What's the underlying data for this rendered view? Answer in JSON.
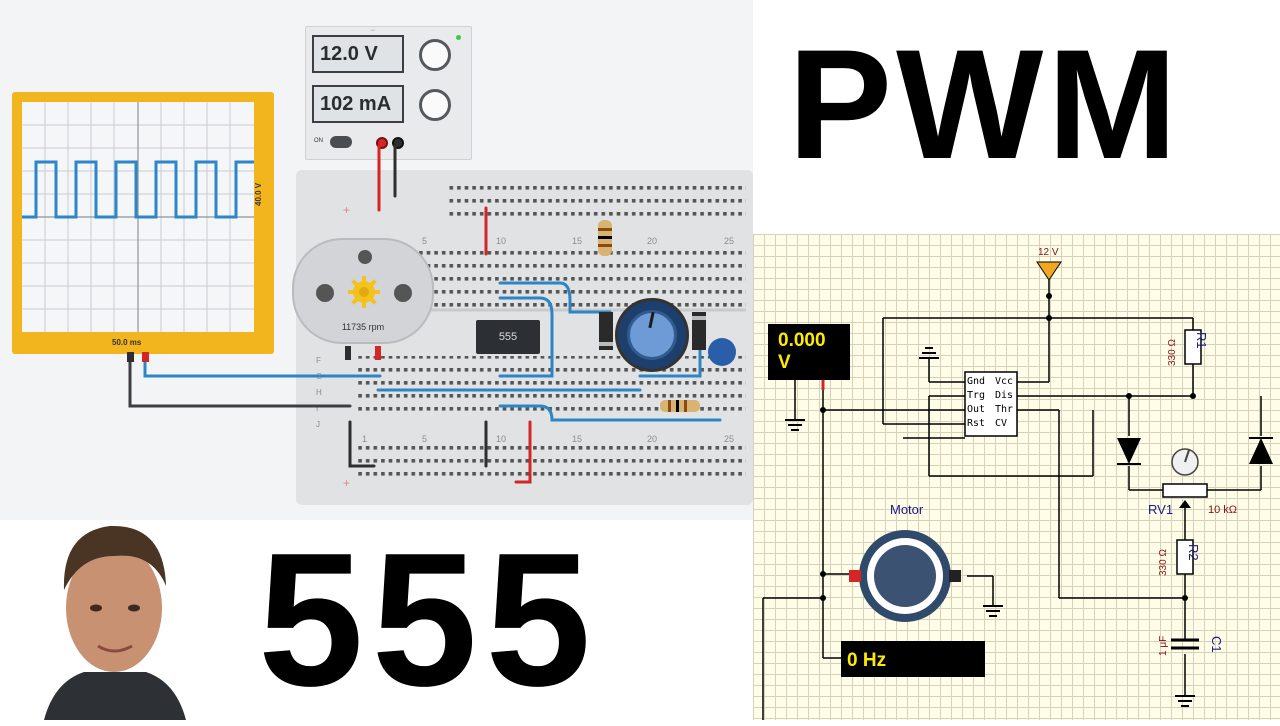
{
  "titles": {
    "top": "PWM",
    "bottom": "555"
  },
  "oscilloscope": {
    "y_label": "40.0 V",
    "x_label": "50.0 ms"
  },
  "power_supply": {
    "voltage": "12.0 V",
    "current": "102 mA",
    "toggle_label": "ON"
  },
  "breadboard": {
    "column_numbers": [
      "5",
      "10",
      "15",
      "20",
      "25"
    ],
    "bottom_column_numbers": [
      "1",
      "5",
      "10",
      "15",
      "20",
      "25"
    ],
    "row_letters": [
      "F",
      "G",
      "H",
      "I",
      "J"
    ],
    "rail_minus": "−",
    "rail_plus": "+"
  },
  "motor": {
    "speed": "11735 rpm"
  },
  "chip": {
    "label": "555"
  },
  "schematic": {
    "voltmeter": "0.000",
    "voltmeter_unit": "V",
    "supply": "12 V",
    "r1_name": "R1",
    "r1_value": "330 Ω",
    "r2_name": "R2",
    "r2_value": "330 Ω",
    "rv1_name": "RV1",
    "rv1_value": "10 kΩ",
    "c1_name": "C1",
    "c1_value": "1 μF",
    "motor_label": "Motor",
    "freq_meter": "0 Hz",
    "pins_left": [
      "Gnd",
      "Trg",
      "Out",
      "Rst"
    ],
    "pins_right": [
      "Vcc",
      "Dis",
      "Thr",
      "CV"
    ]
  }
}
